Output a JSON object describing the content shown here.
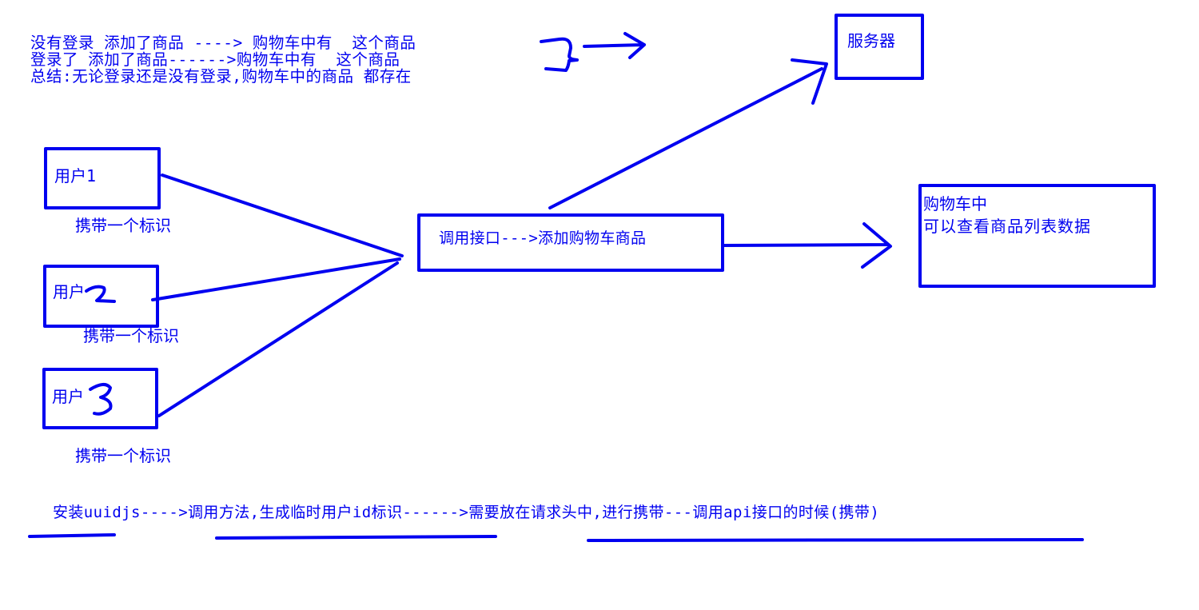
{
  "notes": {
    "line1": "没有登录 添加了商品 ----> 购物车中有  这个商品",
    "line2": "登录了 添加了商品------>购物车中有  这个商品",
    "line3": "总结:无论登录还是没有登录,购物车中的商品 都存在"
  },
  "server": {
    "label": "服务器"
  },
  "users": [
    {
      "label": "用户1",
      "sub": "携带一个标识"
    },
    {
      "label": "用户",
      "sub": "携带一个标识"
    },
    {
      "label": "用户",
      "sub": "携带一个标识"
    }
  ],
  "api": {
    "label": "调用接口--->添加购物车商品"
  },
  "cart": {
    "line1": "购物车中",
    "line2": "可以查看商品列表数据"
  },
  "bottom": {
    "text": "安装uuidjs---->调用方法,生成临时用户id标识------>需要放在请求头中,进行携带---调用api接口的时候(携带)"
  },
  "colors": {
    "ink": "#0000f0",
    "background": "#ffffff"
  }
}
